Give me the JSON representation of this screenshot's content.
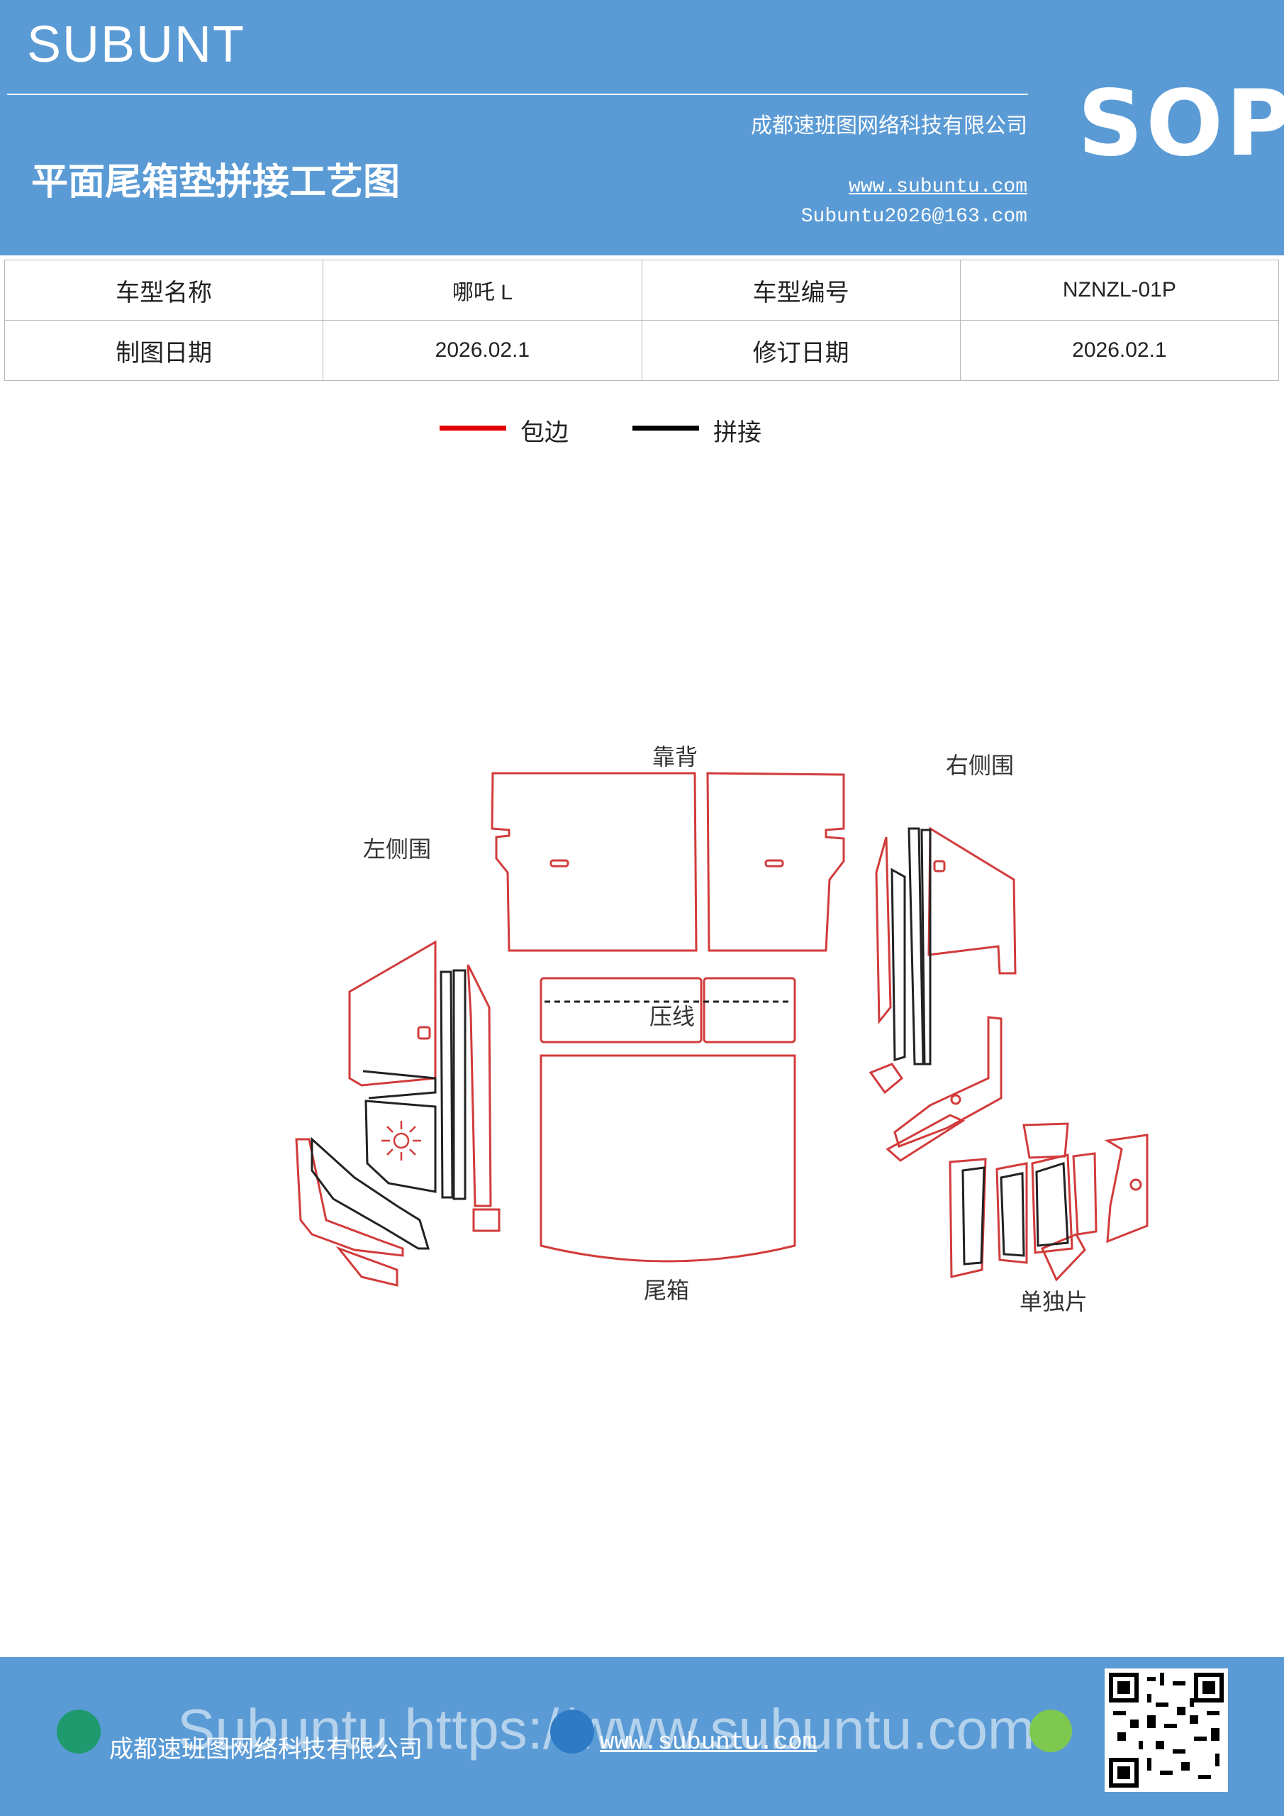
{
  "header": {
    "brand": "SUBUNT",
    "sop": "SOP",
    "company": "成都速班图网络科技有限公司",
    "title": "平面尾箱垫拼接工艺图",
    "url": "www.subuntu.com",
    "email": "Subuntu2026@163.com"
  },
  "info_table": {
    "row1": {
      "label1": "车型名称",
      "value1": "哪吒 L",
      "label2": "车型编号",
      "value2": "NZNZL-01P"
    },
    "row2": {
      "label1": "制图日期",
      "value1": "2026.02.1",
      "label2": "修订日期",
      "value2": "2026.02.1"
    }
  },
  "legend": {
    "edge_label": "包边",
    "edge_color": "#e00000",
    "seam_label": "拼接",
    "seam_color": "#000000"
  },
  "diagram": {
    "backrest": "靠背",
    "right_side": "右侧围",
    "left_side": "左侧围",
    "crease": "压线",
    "trunk": "尾箱",
    "single": "单独片"
  },
  "footer": {
    "company": "成都速班图网络科技有限公司",
    "url": "www.subuntu.com",
    "watermark": "Subuntu https://www.subuntu.com"
  },
  "colors": {
    "header_bg": "#5b9bd5",
    "outline": "#d23b3b",
    "seam": "#222222"
  }
}
